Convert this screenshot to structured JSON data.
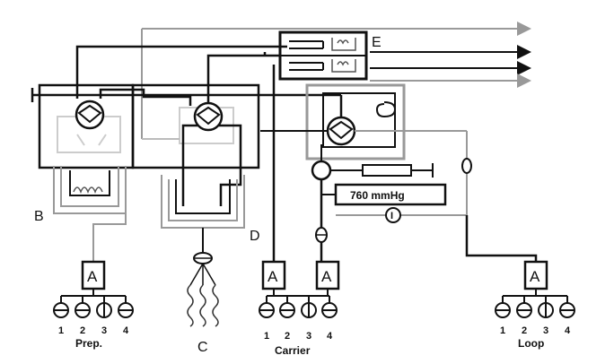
{
  "labels": {
    "B": "B",
    "C": "C",
    "D": "D",
    "E": "E",
    "pressure": "760 mmHg",
    "meter_symbol": "I"
  },
  "boxes": {
    "A_prep": "A",
    "A_carrier_left": "A",
    "A_carrier_right": "A",
    "A_loop": "A"
  },
  "manifolds": {
    "prep": {
      "label": "Prep.",
      "ports": [
        "1",
        "2",
        "3",
        "4"
      ]
    },
    "carrier": {
      "label": "Carrier",
      "ports": [
        "1",
        "2",
        "3",
        "4"
      ]
    },
    "loop": {
      "label": "Loop",
      "ports": [
        "1",
        "2",
        "3",
        "4"
      ]
    }
  },
  "colors": {
    "line_dark": "#111111",
    "line_gray": "#9a9a9a",
    "line_light": "#cfcfcf"
  }
}
